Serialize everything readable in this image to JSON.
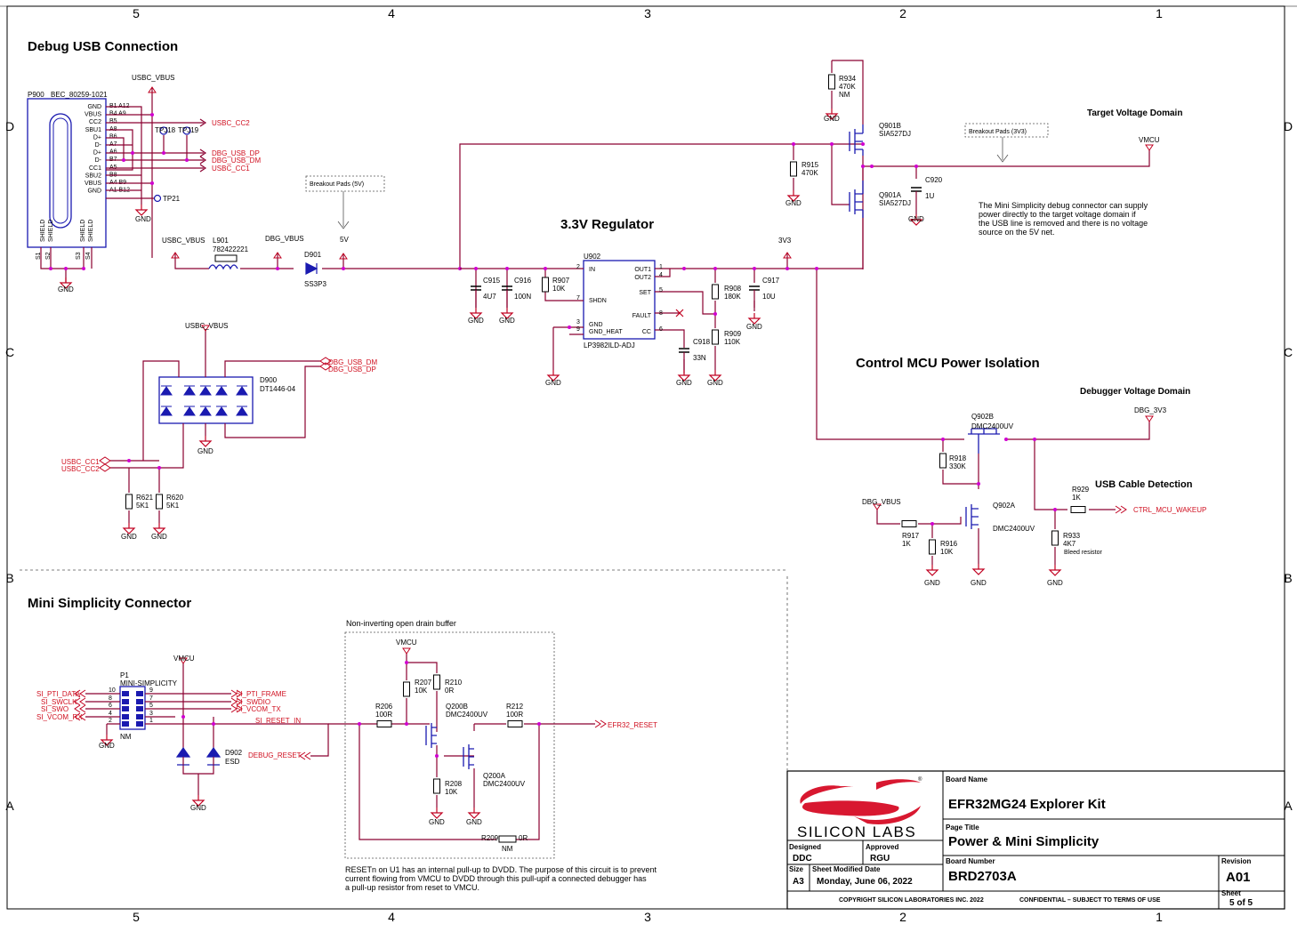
{
  "border": {
    "columns": [
      "5",
      "4",
      "3",
      "2",
      "1"
    ],
    "rows": [
      "D",
      "C",
      "B",
      "A"
    ]
  },
  "sections": {
    "debug_usb": "Debug USB Connection",
    "regulator": "3.3V Regulator",
    "control_mcu": "Control MCU Power Isolation",
    "mini_simplicity": "Mini Simplicity Connector",
    "target_domain": "Target Voltage Domain",
    "debugger_domain": "Debugger Voltage Domain",
    "usb_cable_detection": "USB Cable Detection",
    "buffer": "Non-inverting open drain buffer"
  },
  "notes": {
    "target_supply": [
      "The Mini Simplicity debug connector can supply",
      "power directly to the target voltage domain if",
      "the USB line is removed and there is no voltage",
      "source on the 5V net."
    ],
    "reset": [
      "RESETn on U1 has an internal pull-up to DVDD.  The purpose of this circuit is to prevent",
      "current flowing from VMCU to DVDD through this pull-upif a connected debugger has",
      "a pull-up resistor from reset to VMCU."
    ],
    "breakout_5v": "Breakout Pads (5V)",
    "breakout_3v3": "Breakout Pads (3V3)",
    "bleed": "Bleed resistor"
  },
  "usb_connector": {
    "ref": "P900",
    "part": "BEC_80259-1021",
    "pins_left": [
      "GND",
      "VBUS",
      "CC2",
      "SBU1",
      "D+",
      "D-",
      "D+",
      "D-",
      "CC1",
      "SBU2",
      "VBUS",
      "GND"
    ],
    "pins_num": [
      "B1 A12",
      "B4 A9",
      "B5",
      "A8",
      "B6",
      "A7",
      "A6",
      "B7",
      "A5",
      "B8",
      "A4 B9",
      "A1 B12"
    ],
    "shield": "SHIELD",
    "shield_pins": [
      "S1",
      "S2",
      "S3",
      "S4"
    ]
  },
  "nets": {
    "usbc_vbus": "USBC_VBUS",
    "usbc_cc2": "USBC_CC2",
    "usbc_cc1": "USBC_CC1",
    "dbg_usb_dp": "DBG_USB_DP",
    "dbg_usb_dm": "DBG_USB_DM",
    "usbc_cc1_out": "USBC_CC1",
    "dbg_vbus": "DBG_VBUS",
    "v5": "5V",
    "v3v3": "3V3",
    "vmcu": "VMCU",
    "dbg_3v3": "DBG_3V3",
    "ctrl_mcu_wakeup": "CTRL_MCU_WAKEUP",
    "si_pti_data": "SI_PTI_DATA",
    "si_swclk": "SI_SWCLK",
    "si_swo": "SI_SWO",
    "si_vcom_rx": "SI_VCOM_RX",
    "si_pti_frame": "SI_PTI_FRAME",
    "si_swdio": "SI_SWDIO",
    "si_vcom_tx": "SI_VCOM_TX",
    "si_reset_in": "SI_RESET_IN",
    "debug_reset": "DEBUG_RESET",
    "efr32_reset": "EFR32_RESET",
    "gnd": "GND"
  },
  "parts": {
    "tpj18": "TPJ18",
    "tpj19": "TPJ19",
    "tp21": "TP21",
    "l901": "L901",
    "l901_val": "782422221",
    "d901": "D901",
    "d901_val": "SS3P3",
    "c915": "C915",
    "c915_val": "4U7",
    "c916": "C916",
    "c916_val": "100N",
    "r907": "R907",
    "r907_val": "10K",
    "u902": "U902",
    "u902_val": "LP3982ILD-ADJ",
    "u902_pins": [
      "IN",
      "SHDN",
      "GND",
      "GND_HEAT",
      "OUT1",
      "OUT2",
      "SET",
      "FAULT",
      "CC"
    ],
    "c918": "C918",
    "c918_val": "33N",
    "r908": "R908",
    "r908_val": "180K",
    "r909": "R909",
    "r909_val": "110K",
    "c917": "C917",
    "c917_val": "10U",
    "r934": "R934",
    "r934_val": "470K",
    "r934_nm": "NM",
    "q901b": "Q901B",
    "q901b_val": "SIA527DJ",
    "q901a": "Q901A",
    "q901a_val": "SIA527DJ",
    "r915": "R915",
    "r915_val": "470K",
    "c920": "C920",
    "c920_val": "1U",
    "d900": "D900",
    "d900_val": "DT1446-04",
    "r621": "R621",
    "r621_val": "5K1",
    "r620": "R620",
    "r620_val": "5K1",
    "q902b": "Q902B",
    "q902b_val": "DMC2400UV",
    "r918": "R918",
    "r918_val": "330K",
    "q902a": "Q902A",
    "q902a_val": "DMC2400UV",
    "r917": "R917",
    "r917_val": "1K",
    "r916": "R916",
    "r916_val": "10K",
    "r929": "R929",
    "r929_val": "1K",
    "r933": "R933",
    "r933_val": "4K7",
    "p1": "P1",
    "p1_val": "MINI-SIMPLICITY",
    "p1_nm": "NM",
    "d902": "D902",
    "d902_val": "ESD",
    "r206": "R206",
    "r206_val": "100R",
    "r207": "R207",
    "r207_val": "10K",
    "r210": "R210",
    "r210_val": "0R",
    "q200b": "Q200B",
    "q200b_val": "DMC2400UV",
    "r212": "R212",
    "r212_val": "100R",
    "r208": "R208",
    "r208_val": "10K",
    "q200a": "Q200A",
    "q200a_val": "DMC2400UV",
    "r209": "R209",
    "r209_val": "0R",
    "r209_nm": "NM"
  },
  "title_block": {
    "company": "SILICON LABS",
    "board_name_label": "Board Name",
    "board_name": "EFR32MG24 Explorer Kit",
    "page_title_label": "Page Title",
    "page_title": "Power & Mini Simplicity",
    "designed_label": "Designed",
    "designed": "DDC",
    "approved_label": "Approved",
    "approved": "RGU",
    "size_label": "Size",
    "size": "A3",
    "modified_label": "Sheet Modified Date",
    "modified": "Monday, June 06, 2022",
    "board_number_label": "Board Number",
    "board_number": "BRD2703A",
    "revision_label": "Revision",
    "revision": "A01",
    "sheet_label": "Sheet",
    "sheet": "5 of 5",
    "copyright": "COPYRIGHT SILICON LABORATORIES INC. 2022",
    "confidential": "CONFIDENTIAL – SUBJECT TO TERMS OF USE"
  }
}
